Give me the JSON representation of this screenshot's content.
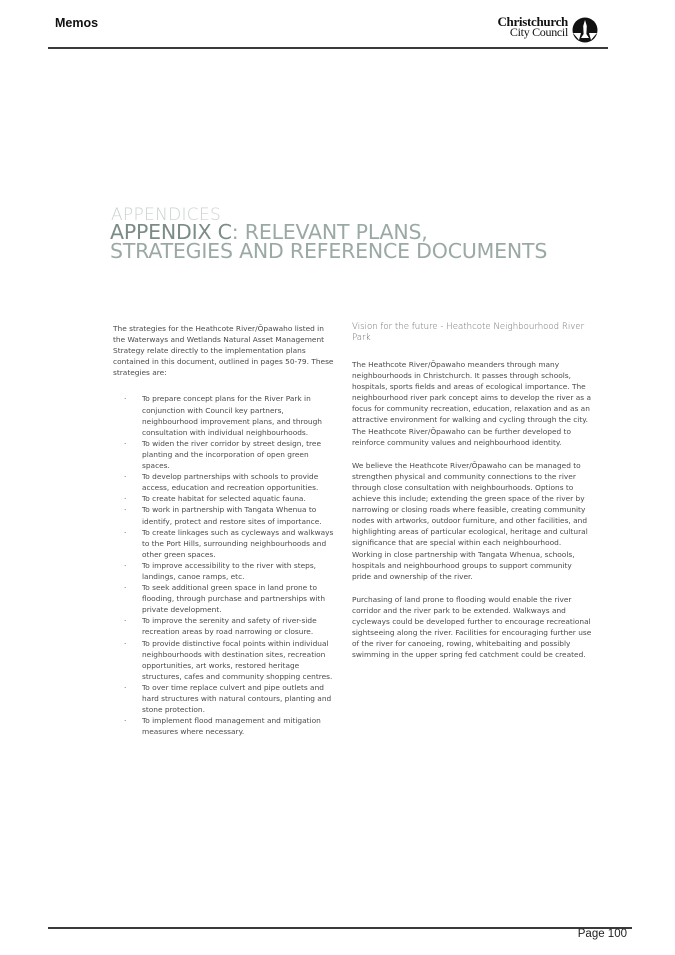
{
  "header": {
    "title": "Memos",
    "logo": {
      "line1": "Christchurch",
      "line2": "City Council",
      "icon": "cathedral-spire-icon"
    }
  },
  "document": {
    "section_label": "APPENDICES",
    "title_strong": "APPENDIX C",
    "title_rest_line1": ": RELEVANT PLANS,",
    "title_line2": "STRATEGIES AND REFERENCE DOCUMENTS",
    "left_column": {
      "intro": "The strategies for the Heathcote River/Ōpawaho listed in the Waterways and Wetlands Natural Asset Management Strategy relate directly to the implementation plans contained in this document, outlined in pages 50-79. These strategies are:",
      "bullet_glyph": "·",
      "strategies": [
        "To prepare concept plans for the River Park in conjunction with Council key partners, neighbourhood improvement plans, and through consultation with individual neighbourhoods.",
        "To widen the river corridor by street design, tree planting and the incorporation of open green spaces.",
        "To develop partnerships with schools to provide access, education and recreation opportunities.",
        "To create habitat for selected aquatic fauna.",
        "To work in partnership with Tangata Whenua to identify, protect and restore sites of importance.",
        "To create linkages such as cycleways and walkways to the Port Hills, surrounding neighbourhoods and other green spaces.",
        "To improve accessibility to the river with steps, landings, canoe ramps, etc.",
        "To seek additional green space in land prone to flooding, through purchase and partnerships with private development.",
        "To improve the serenity and safety of river-side recreation areas by road narrowing or closure.",
        "To provide distinctive focal points within individual neighbourhoods with destination sites, recreation opportunities, art works, restored heritage structures, cafes and community shopping centres.",
        "To over time replace culvert and pipe outlets and hard structures with natural contours, planting and stone protection.",
        "To implement flood management and mitigation measures where necessary."
      ]
    },
    "right_column": {
      "subheading": "Vision for the future - Heathcote Neighbourhood River Park",
      "paragraphs": [
        "The Heathcote River/Ōpawaho meanders through many neighbourhoods in Christchurch. It passes through schools, hospitals, sports fields and areas of ecological importance. The neighbourhood river park concept aims to develop the river as a focus for community recreation, education, relaxation and as an attractive environment for walking and cycling through the city. The Heathcote River/Ōpawaho can be further developed to reinforce community values and neighbourhood identity.",
        "We believe the Heathcote River/Ōpawaho can be managed to strengthen physical and community connections to the river through close consultation with neighbourhoods. Options to achieve this include; extending the green space of the river by narrowing or closing roads where feasible, creating community nodes with artworks, outdoor furniture, and other facilities, and highlighting areas of particular ecological, heritage and cultural significance that are special within each neighbourhood. Working in close partnership with Tangata Whenua, schools, hospitals and neighbourhood groups to support community pride and ownership of the river.",
        "Purchasing of land prone to flooding would enable the river corridor and the river park to be extended. Walkways and cycleways could be developed further to encourage recreational sightseeing along the river. Facilities for encouraging further use of the river for canoeing, rowing, whitebaiting and possibly swimming in the upper spring fed catchment could be created."
      ]
    }
  },
  "footer": {
    "page_label": "Page 100"
  },
  "colors": {
    "title_strong": "#7a8c84",
    "title_light": "#9aaaa3",
    "section_label": "#c8d2cd",
    "body_text": "#4a4a4a",
    "rule": "#3a3a3a"
  }
}
